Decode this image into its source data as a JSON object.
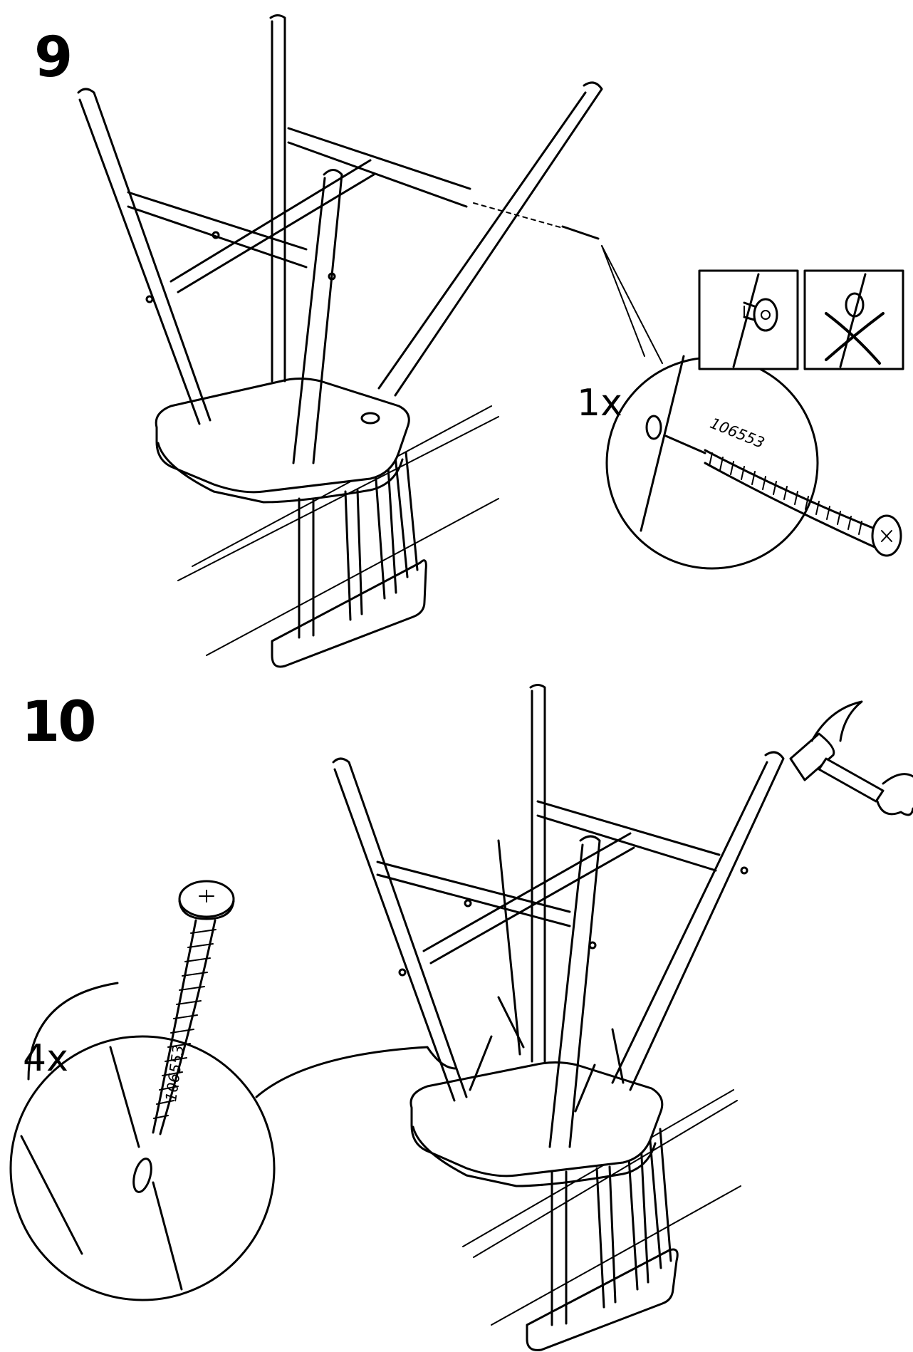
{
  "steps": [
    {
      "number": "9",
      "quantity": "1x",
      "part_number": "106553"
    },
    {
      "number": "10",
      "quantity": "4x",
      "part_number": "106553"
    }
  ],
  "icons": {
    "correct": "screw-flush-correct-icon",
    "wrong": "screw-wrong-cross-icon",
    "hammer": "hammer-icon"
  }
}
